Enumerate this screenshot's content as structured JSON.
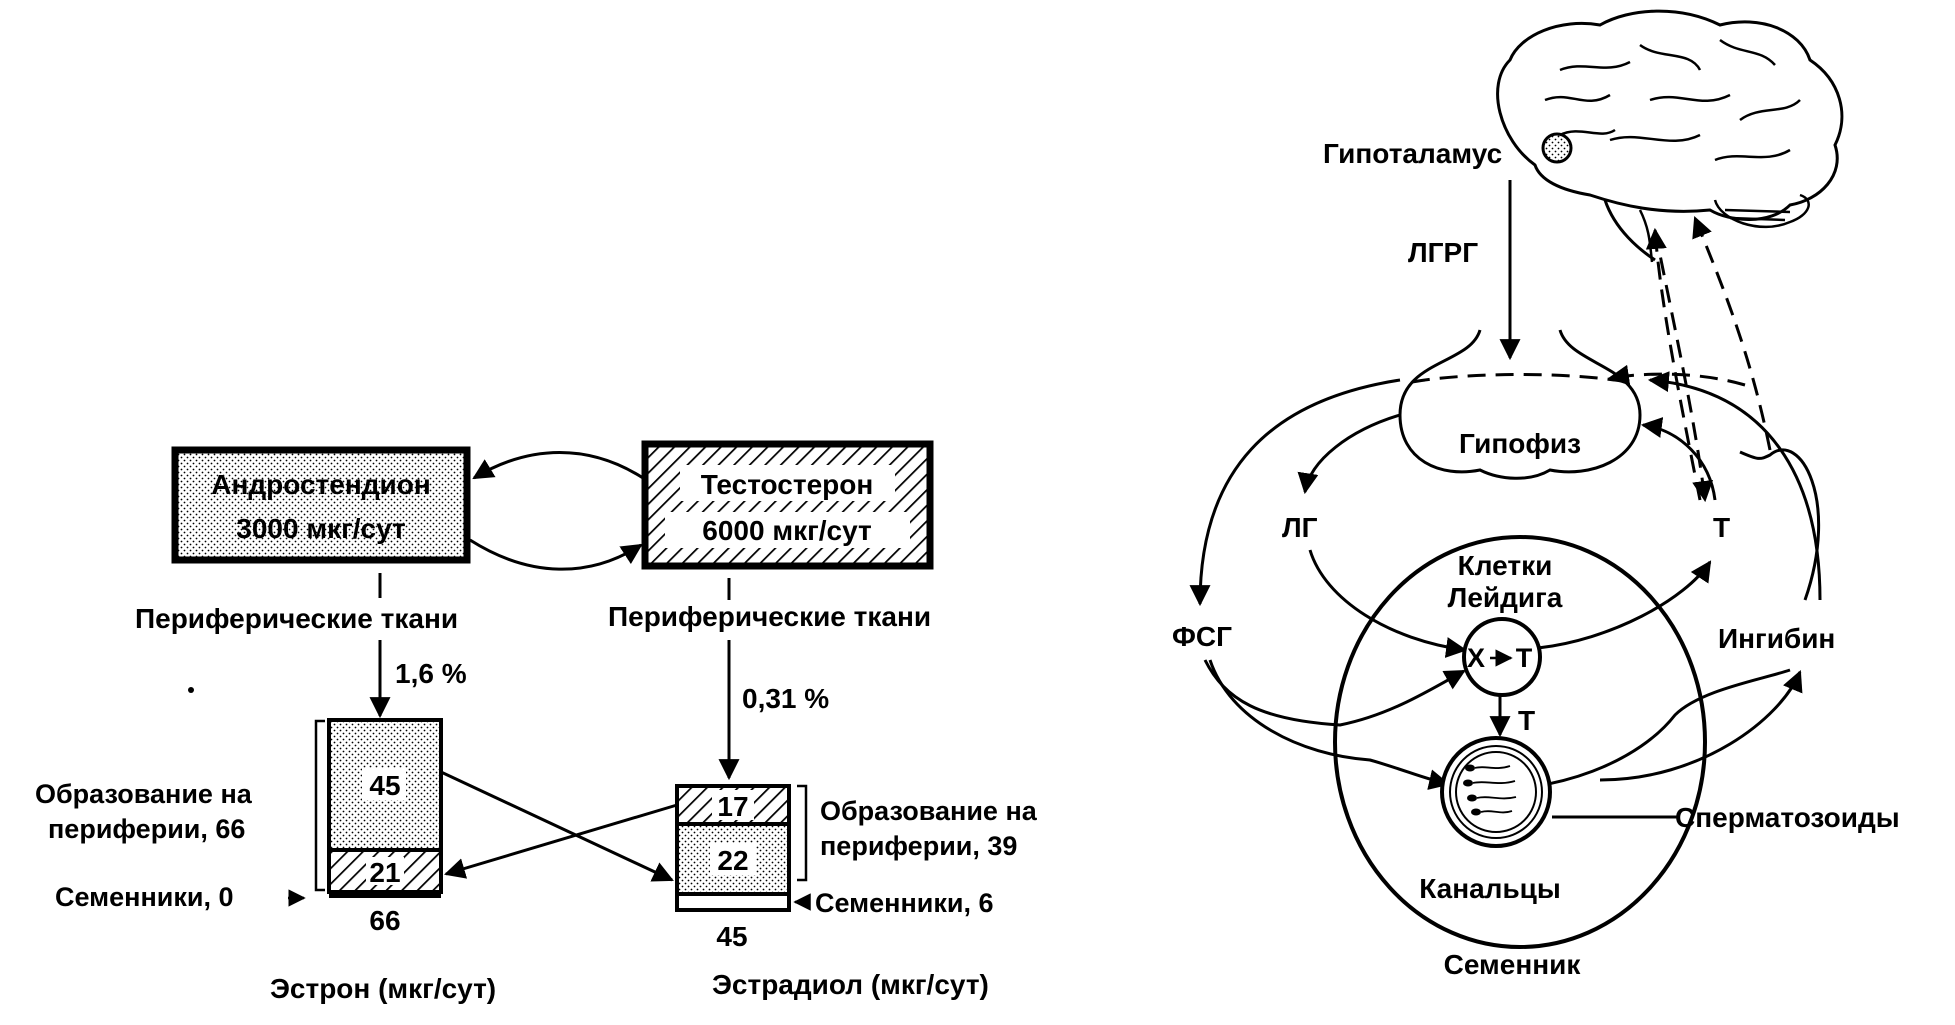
{
  "left_diagram": {
    "androstenedione": {
      "line1": "Андростендион",
      "line2": "3000 мкг/сут"
    },
    "testosterone": {
      "line1": "Тестостерон",
      "line2": "6000 мкг/сут"
    },
    "peripheral_left": "Периферические ткани",
    "peripheral_right": "Периферические ткани",
    "pct_left": "1,6 %",
    "pct_right": "0,31 %",
    "estrone": {
      "peripheral_value": "45",
      "testes_value": "21",
      "total": "66",
      "formation_line1": "Образование на",
      "formation_line2": "периферии, 66",
      "testes_label": "Семенники, 0",
      "caption": "Эстрон (мкг/сут)"
    },
    "estradiol": {
      "top_value": "17",
      "mid_value": "22",
      "total": "45",
      "formation_line1": "Образование на",
      "formation_line2": "периферии, 39",
      "testes_label": "Семенники, 6",
      "caption": "Эстрадиол (мкг/сут)"
    }
  },
  "right_diagram": {
    "hypothalamus": "Гипоталамус",
    "lhrh": "ЛГРГ",
    "pituitary": "Гипофиз",
    "lh": "ЛГ",
    "t_top": "Т",
    "fsh": "ФСГ",
    "inhibin": "Ингибин",
    "leydig_line1": "Клетки",
    "leydig_line2": "Лейдига",
    "conversion_x": "X",
    "conversion_t": "T",
    "t_arrow": "T",
    "spermatozoa": "Сперматозоиды",
    "tubules": "Канальцы",
    "testis": "Семенник"
  }
}
